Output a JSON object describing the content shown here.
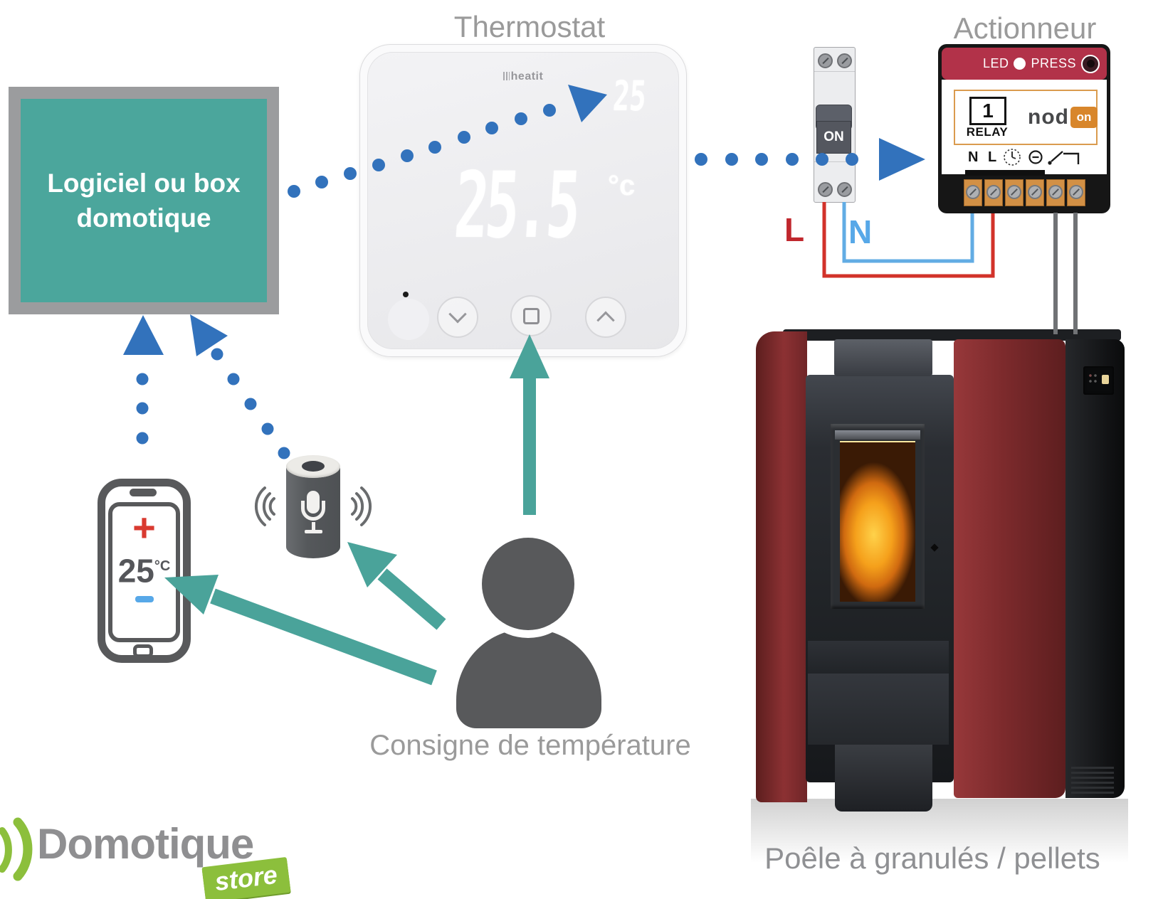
{
  "header": {
    "thermostat_label": "Thermostat",
    "actionneur_label": "Actionneur"
  },
  "box": {
    "line1": "Logiciel ou box",
    "line2": "domotique"
  },
  "thermostat": {
    "brand": "heatit",
    "setpoint": "25",
    "temperature": "25.5",
    "unit": "°c"
  },
  "breaker": {
    "switch_label": "ON"
  },
  "relay": {
    "led_label": "LED",
    "press_label": "PRESS",
    "channel": "1",
    "relay_label": "RELAY",
    "brand_prefix": "nod",
    "brand_suffix": "on",
    "terminal_n": "N",
    "terminal_l": "L"
  },
  "wiring": {
    "live_label": "L",
    "neutral_label": "N"
  },
  "phone": {
    "increase_label": "+",
    "temperature": "25",
    "unit": "°C"
  },
  "captions": {
    "consigne": "Consigne de température",
    "stove": "Poêle à granulés / pellets"
  },
  "logo": {
    "brand": "Domotique",
    "store": "store"
  },
  "colors": {
    "dot_blue": "#3272BC",
    "arrow_teal": "#4AA39A",
    "box_teal": "#4BA69C",
    "box_border_gray": "#9B9C9E",
    "label_gray": "#9A9A9A",
    "wire_live_red": "#D2322A",
    "wire_neutral_blue": "#62ACE4",
    "wire_gray": "#707275",
    "live_text_red": "#C0272D",
    "neutral_text_blue": "#57A8E8",
    "relay_band_red": "#B23249",
    "nodon_orange": "#D8862B",
    "terminal_orange": "#D29045",
    "device_gray": "#58595B",
    "phone_plus_red": "#D93A30",
    "phone_minus_blue": "#57A8E8",
    "logo_green": "#8CBF3C",
    "stove_red": "#7D2A2B",
    "flame_orange": "#F5A01B",
    "wave_gray": "#6A6C6E"
  }
}
